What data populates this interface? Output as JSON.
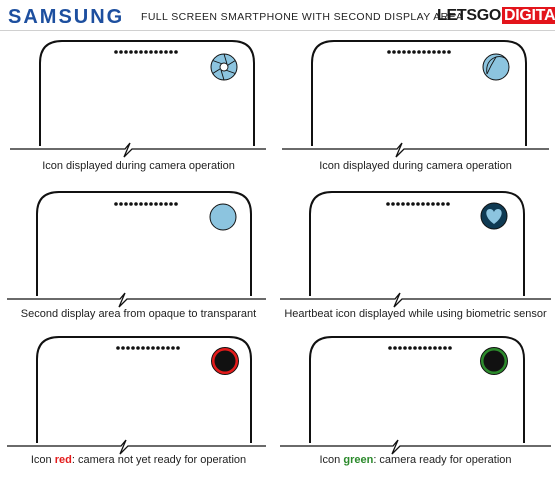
{
  "header": {
    "brand": "SAMSUNG",
    "title": "FULL SCREEN SMARTPHONE WITH SECOND DISPLAY AREA",
    "logo_part1": "LETSGO",
    "logo_part2": "DIGITAL"
  },
  "colors": {
    "brand_blue": "#1d4f9f",
    "icon_blue": "#8cc4df",
    "heart_bg": "#0f3a53",
    "ring_red": "#e31b1b",
    "ring_green": "#2c8a2c",
    "logo_red": "#e3141b"
  },
  "panels": [
    {
      "icon": "camera-aperture-icon",
      "caption": "Icon displayed during camera operation"
    },
    {
      "icon": "camera-aperture-partial-icon",
      "caption": "Icon displayed during camera operation"
    },
    {
      "icon": "second-display-transparent-icon",
      "caption": "Second display area from opaque to transparant"
    },
    {
      "icon": "heartbeat-icon",
      "caption": "Heartbeat icon displayed while using biometric sensor"
    },
    {
      "icon": "camera-not-ready-ring-icon",
      "caption_pre": "Icon ",
      "caption_word": "red",
      "caption_post": ": camera not yet ready for operation"
    },
    {
      "icon": "camera-ready-ring-icon",
      "caption_pre": "Icon ",
      "caption_word": "green",
      "caption_post": ": camera ready for operation"
    }
  ]
}
